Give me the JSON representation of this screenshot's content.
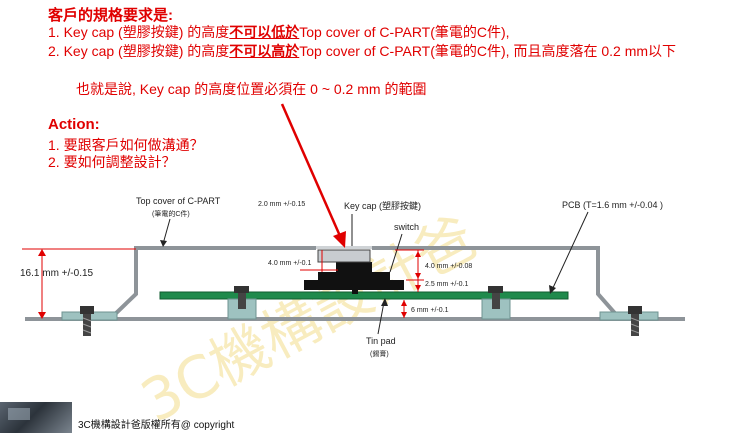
{
  "header": {
    "title": "客戶的規格要求是:",
    "line1": {
      "prefix": "1. Key cap (塑膠按鍵) 的高度",
      "em": "不可以低於",
      "suffix": "Top cover of C-PART(筆電的C件),"
    },
    "line2": {
      "prefix": "2. Key cap (塑膠按鍵) 的高度",
      "em": "不可以高於",
      "suffix": "Top cover of C-PART(筆電的C件), 而且高度落在 0.2 mm以下"
    },
    "note": "也就是說, Key cap 的高度位置必須在 0 ~ 0.2 mm 的範圍"
  },
  "action": {
    "title": "Action:",
    "items": [
      "1.   要跟客戶如何做溝通？",
      "2.   要如何調整設計？"
    ]
  },
  "diagram": {
    "top_cover_label": "Top cover of C-PART",
    "top_cover_sub": "(筆電的C件)",
    "keycap_gap": "2.0 mm +/-0.15",
    "keycap_label": "Key cap (塑膠按鍵)",
    "switch_label": "switch",
    "pcb_label": "PCB (T=1.6 mm +/-0.04 )",
    "height_label": "16.1 mm  +/-0.15",
    "dim_4_0_left": "4.0 mm +/-0.1",
    "dim_4_0_right": "4.0 mm +/-0.08",
    "dim_2_5": "2.5 mm +/-0.1",
    "dim_6": "6 mm +/-0.1",
    "tin_pad_label": "Tin pad",
    "tin_pad_sub": "(錫膏)"
  },
  "watermark": "3C機構設計爸",
  "footer": {
    "copyright": "3C機構設計爸版權所有@ copyright"
  },
  "colors": {
    "accent_red": "#e00000",
    "pcb_green": "#1f8a4c",
    "cover_gray": "#9aa0a6",
    "base_teal": "#9ec2c0"
  }
}
